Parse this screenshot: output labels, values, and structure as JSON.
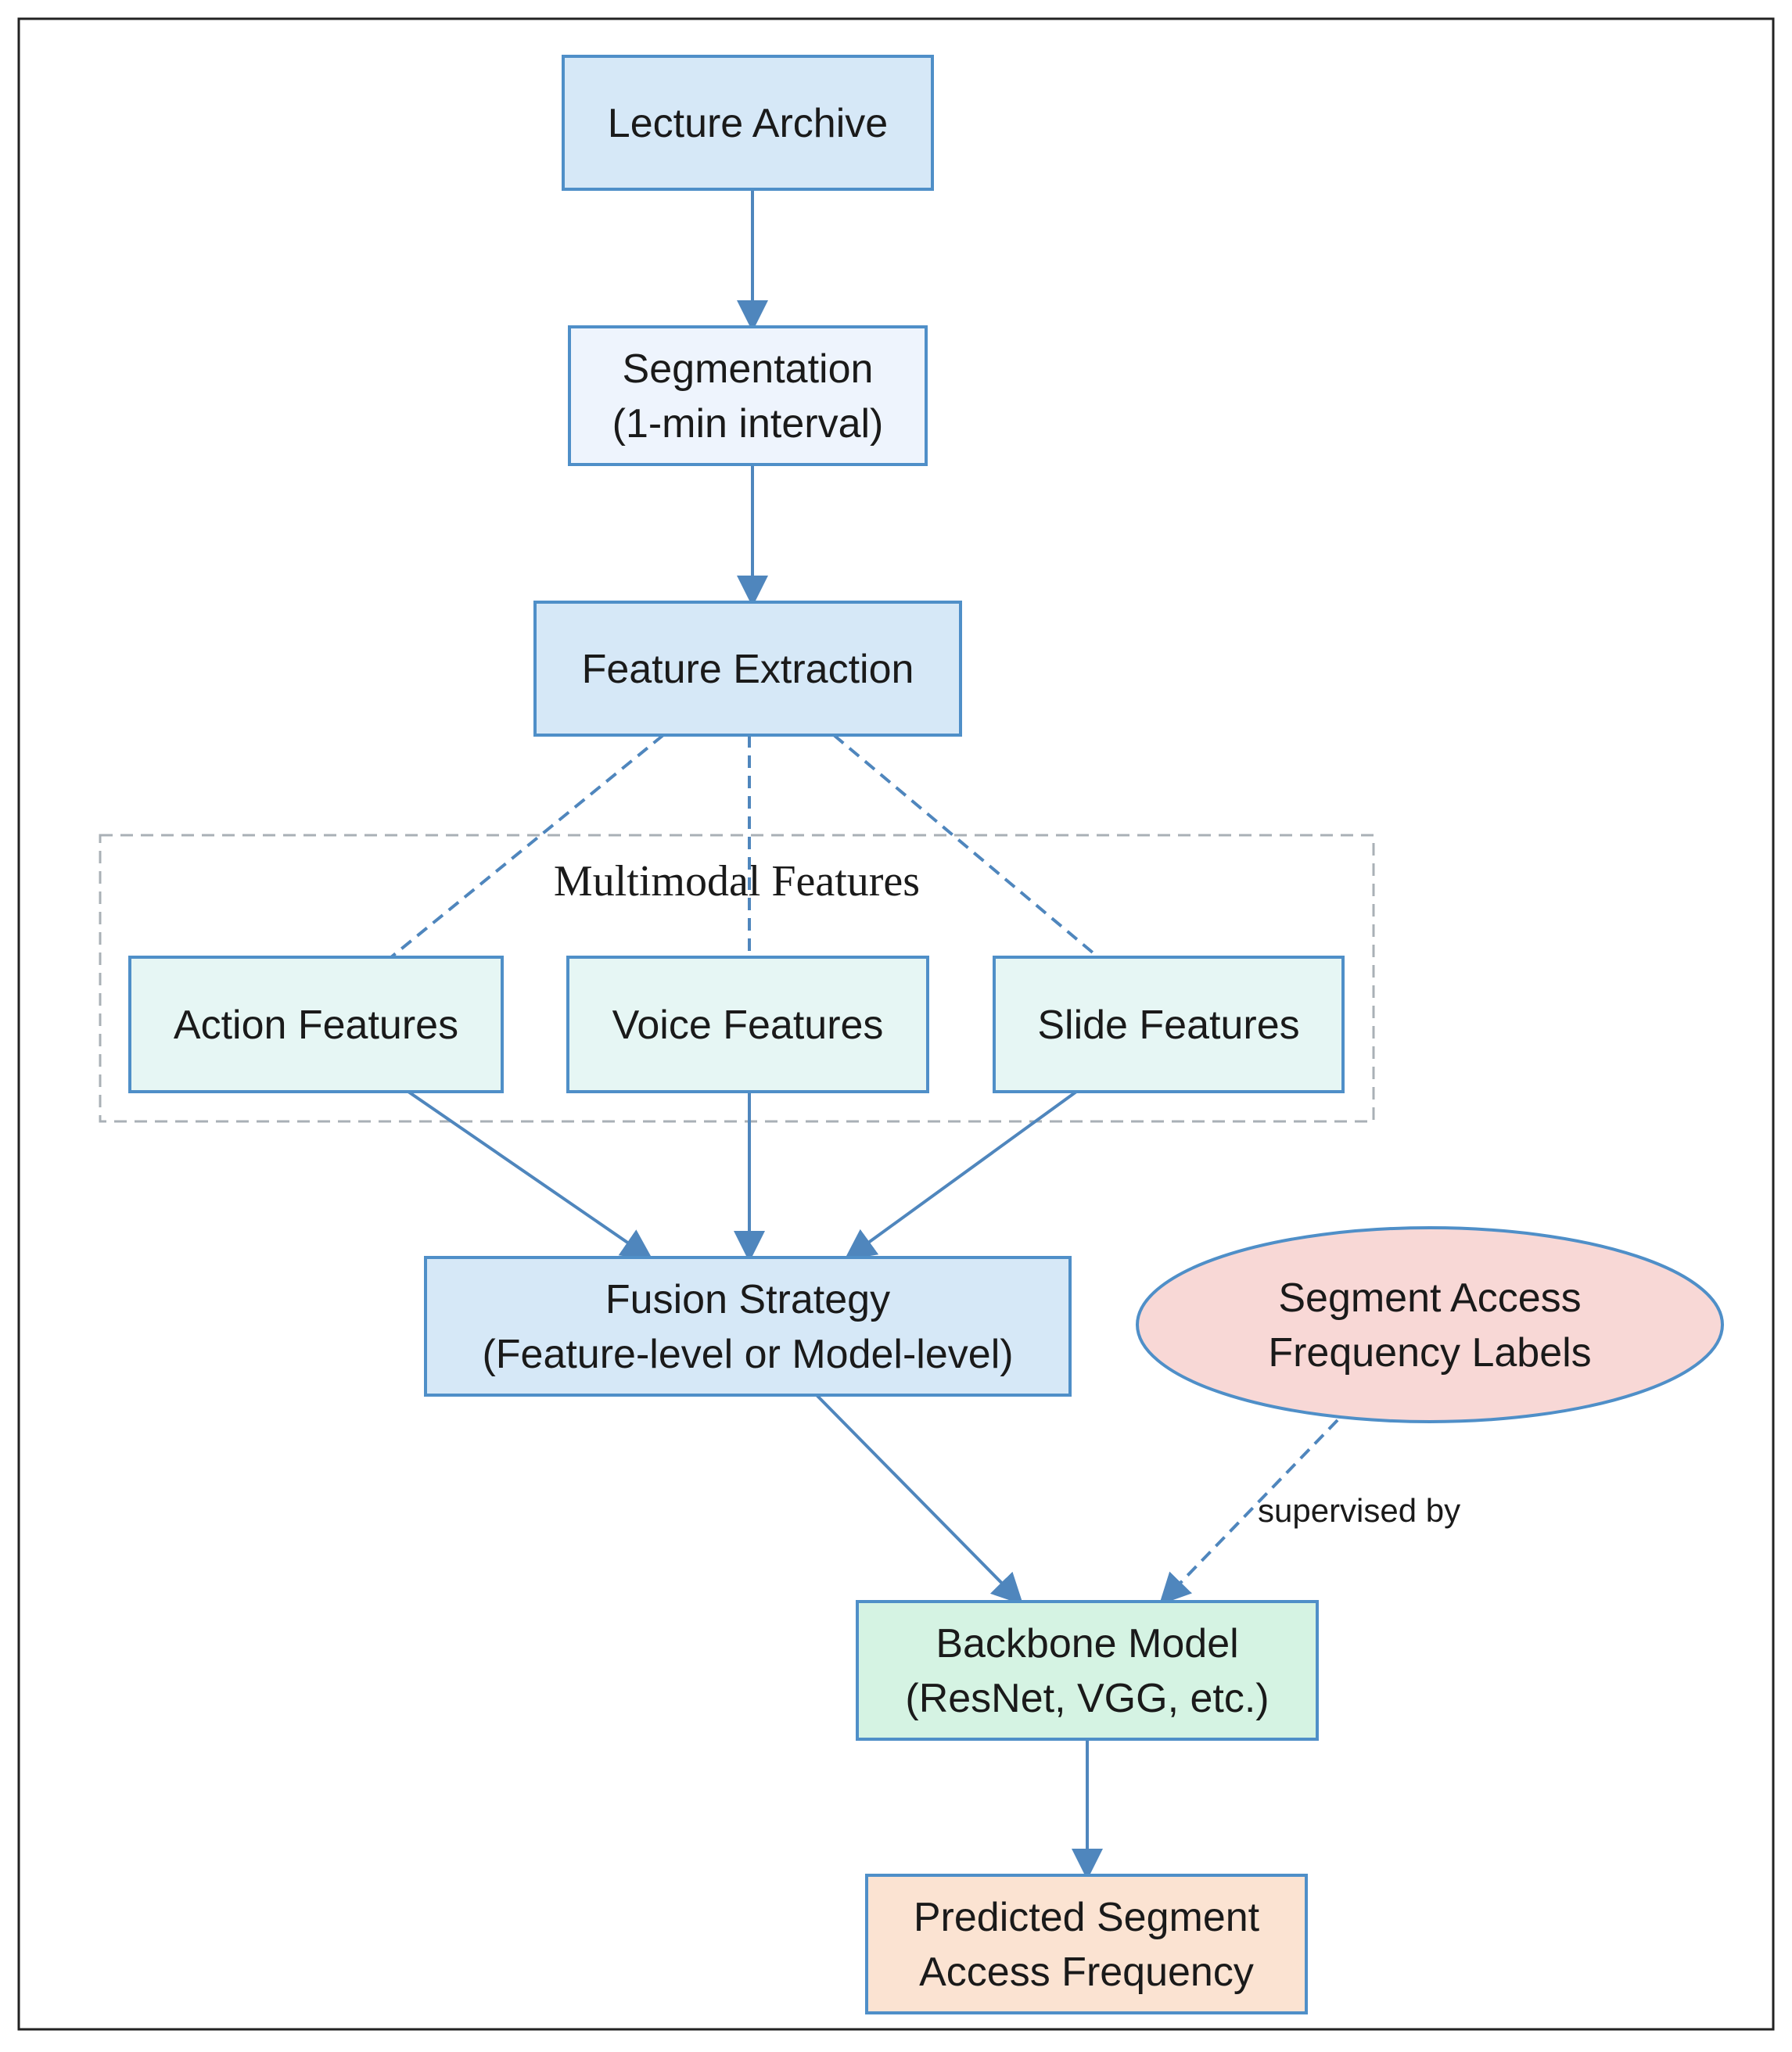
{
  "diagram": {
    "group": {
      "label": "Multimodal Features"
    },
    "nodes": {
      "lecture_archive": {
        "lines": [
          "Lecture Archive"
        ],
        "fill": "#d6e8f7",
        "stroke": "#4f8fc8"
      },
      "segmentation": {
        "lines": [
          "Segmentation",
          "(1-min interval)"
        ],
        "fill": "#eef4fd",
        "stroke": "#4f8fc8"
      },
      "feature_extraction": {
        "lines": [
          "Feature Extraction"
        ],
        "fill": "#d6e8f7",
        "stroke": "#4f8fc8"
      },
      "action_features": {
        "lines": [
          "Action Features"
        ],
        "fill": "#e6f6f4",
        "stroke": "#4f8fc8"
      },
      "voice_features": {
        "lines": [
          "Voice Features"
        ],
        "fill": "#e6f6f4",
        "stroke": "#4f8fc8"
      },
      "slide_features": {
        "lines": [
          "Slide Features"
        ],
        "fill": "#e6f6f4",
        "stroke": "#4f8fc8"
      },
      "fusion_strategy": {
        "lines": [
          "Fusion Strategy",
          "(Feature-level or Model-level)"
        ],
        "fill": "#d6e8f7",
        "stroke": "#4f8fc8"
      },
      "segment_access_labels": {
        "lines": [
          "Segment Access",
          "Frequency Labels"
        ],
        "fill": "#f8d8d6",
        "stroke": "#4f8fc8"
      },
      "backbone_model": {
        "lines": [
          "Backbone Model",
          "(ResNet, VGG, etc.)"
        ],
        "fill": "#d5f3e3",
        "stroke": "#4f8fc8"
      },
      "predicted_frequency": {
        "lines": [
          "Predicted Segment",
          "Access Frequency"
        ],
        "fill": "#fbe3d2",
        "stroke": "#4f8fc8"
      }
    },
    "edges": [
      {
        "from": "lecture_archive",
        "to": "segmentation",
        "style": "solid",
        "arrow": true
      },
      {
        "from": "segmentation",
        "to": "feature_extraction",
        "style": "solid",
        "arrow": true
      },
      {
        "from": "feature_extraction",
        "to": "action_features",
        "style": "dashed",
        "arrow": false
      },
      {
        "from": "feature_extraction",
        "to": "voice_features",
        "style": "dashed",
        "arrow": false
      },
      {
        "from": "feature_extraction",
        "to": "slide_features",
        "style": "dashed",
        "arrow": false
      },
      {
        "from": "action_features",
        "to": "fusion_strategy",
        "style": "solid",
        "arrow": true
      },
      {
        "from": "voice_features",
        "to": "fusion_strategy",
        "style": "solid",
        "arrow": true
      },
      {
        "from": "slide_features",
        "to": "fusion_strategy",
        "style": "solid",
        "arrow": true
      },
      {
        "from": "fusion_strategy",
        "to": "backbone_model",
        "style": "solid",
        "arrow": true
      },
      {
        "from": "segment_access_labels",
        "to": "backbone_model",
        "style": "dashed",
        "arrow": true,
        "label": "supervised by"
      },
      {
        "from": "backbone_model",
        "to": "predicted_frequency",
        "style": "solid",
        "arrow": true
      }
    ],
    "colors": {
      "edge": "#4f86bd",
      "group_border": "#a9b0b6",
      "frame": "#222222",
      "text": "#1a1a1a"
    }
  }
}
